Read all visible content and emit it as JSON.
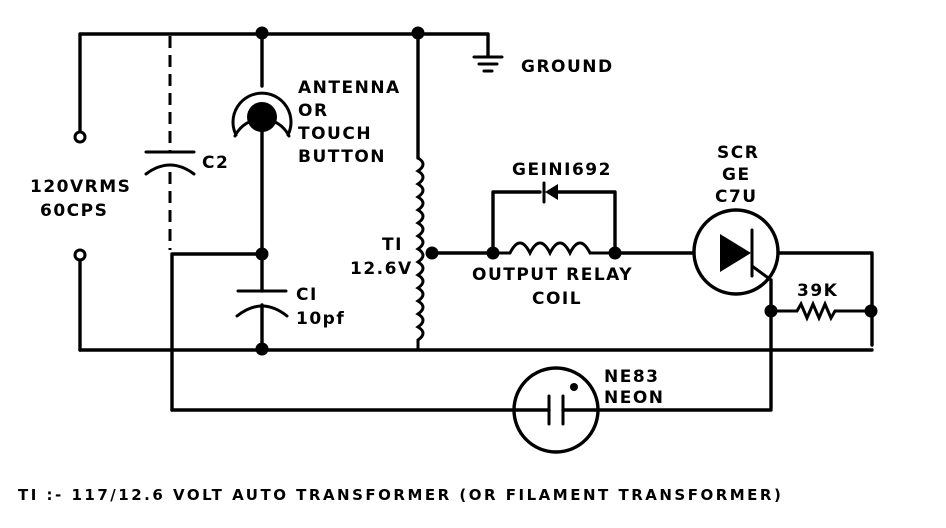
{
  "diagram": {
    "type": "electronic-schematic",
    "title": "Touch switch circuit",
    "labels": {
      "source_line1": "120VRMS",
      "source_line2": "60CPS",
      "c2": "C2",
      "antenna_line1": "ANTENNA",
      "antenna_line2": "OR",
      "antenna_line3": "TOUCH",
      "antenna_line4": "BUTTON",
      "ground": "GROUND",
      "diode": "GEINI692",
      "scr_line1": "SCR",
      "scr_line2": "GE",
      "scr_line3": "C7U",
      "t1_name": "TI",
      "t1_value": "12.6V",
      "relay_line1": "OUTPUT RELAY",
      "relay_line2": "COIL",
      "c1_name": "CI",
      "c1_value": "10pf",
      "resistor": "39K",
      "neon_line1": "NE83",
      "neon_line2": "NEON"
    },
    "footnote": "TI :- 117/12.6 VOLT AUTO TRANSFORMER (OR FILAMENT TRANSFORMER)",
    "components": [
      {
        "id": "source",
        "kind": "ac-input-terminals",
        "label": "120VRMS 60CPS"
      },
      {
        "id": "C2",
        "kind": "capacitor",
        "style": "dashed-optional"
      },
      {
        "id": "antenna",
        "kind": "touch-electrode",
        "label": "ANTENNA OR TOUCH BUTTON"
      },
      {
        "id": "C1",
        "kind": "capacitor",
        "value": "10pf"
      },
      {
        "id": "T1",
        "kind": "auto-transformer",
        "value": "12.6V"
      },
      {
        "id": "ground",
        "kind": "ground"
      },
      {
        "id": "D1",
        "kind": "diode",
        "part": "GEINI692"
      },
      {
        "id": "relay",
        "kind": "inductor",
        "label": "OUTPUT RELAY COIL"
      },
      {
        "id": "SCR",
        "kind": "scr",
        "part": "GE C7U"
      },
      {
        "id": "R1",
        "kind": "resistor",
        "value": "39K"
      },
      {
        "id": "neon",
        "kind": "neon-lamp",
        "part": "NE83"
      }
    ]
  }
}
